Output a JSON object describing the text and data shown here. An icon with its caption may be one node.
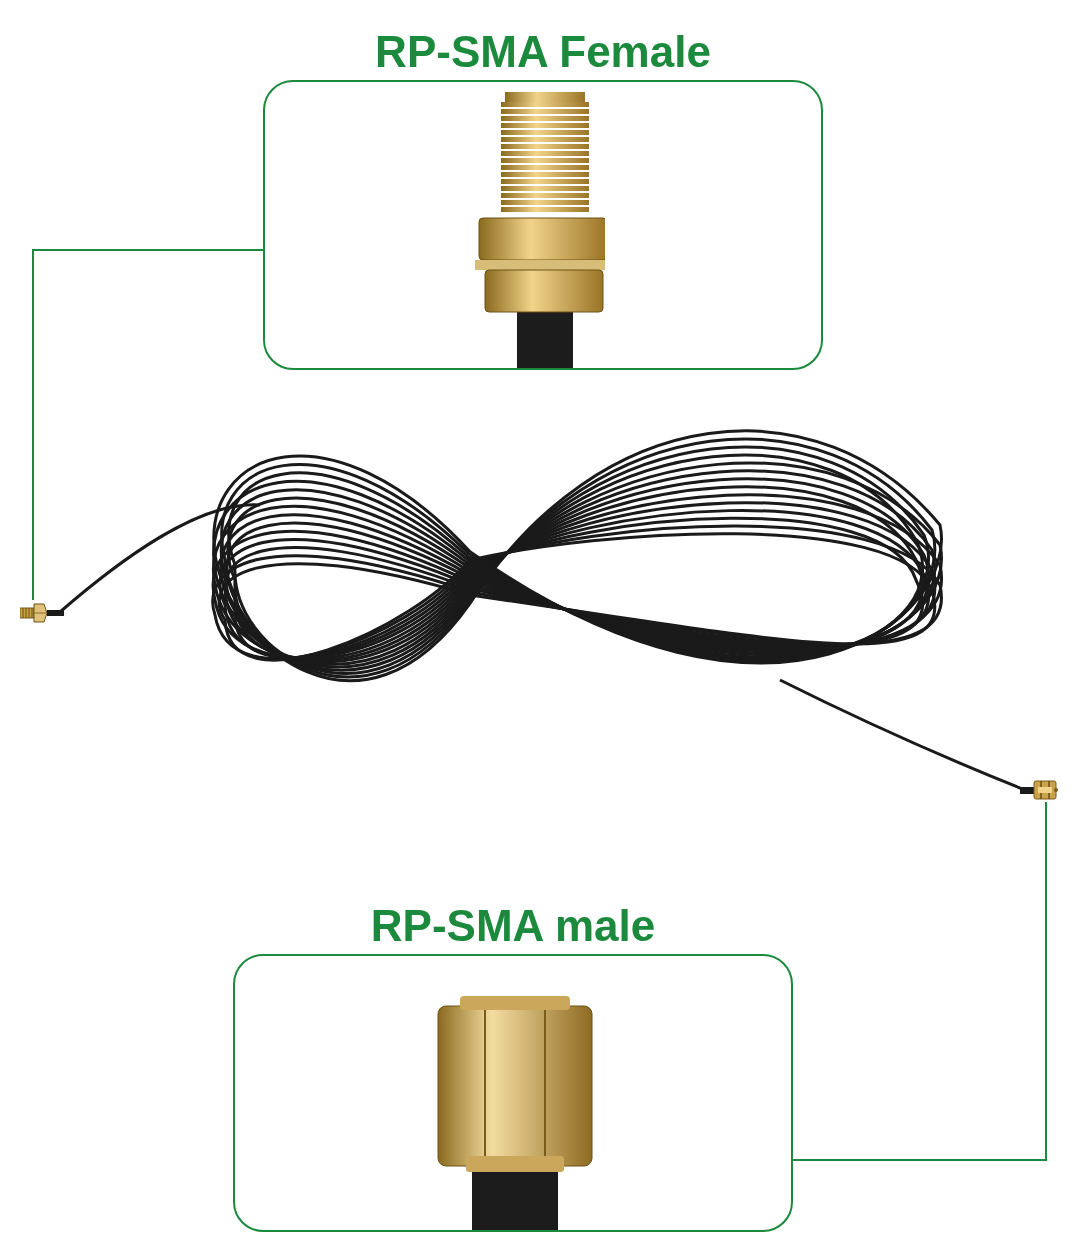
{
  "diagram": {
    "nodes": [
      {
        "text": [
          "RP-SMA Female"
        ]
      },
      {
        "text": [
          "RP-SMA male"
        ]
      },
      {
        "text": [],
        "shape": "picture"
      },
      {
        "text": [],
        "shape": "picture"
      }
    ],
    "edges": [
      {
        "from": 0,
        "to": 2,
        "arrow": "none"
      },
      {
        "from": 1,
        "to": 3,
        "arrow": "none"
      }
    ]
  }
}
